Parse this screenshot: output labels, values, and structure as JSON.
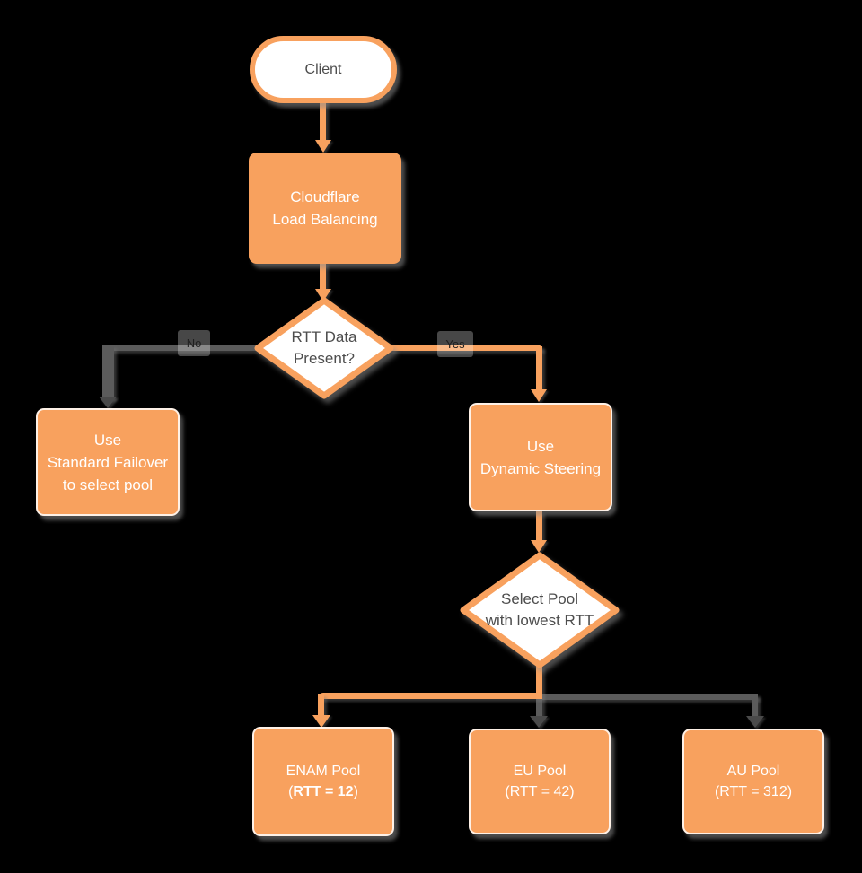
{
  "colors": {
    "background": "#000000",
    "shape_orange": "#F8A15E",
    "connector_gray": "#5B5B5B",
    "arrowhead_dark": "#4A4A4A",
    "text_on_orange": "#FFFFFF",
    "text_on_white": "#4D4D4D"
  },
  "nodes": {
    "client": {
      "label": "Client"
    },
    "load_balancer": {
      "line1": "Cloudflare",
      "line2": "Load Balancing"
    },
    "rtt_decision": {
      "line1": "RTT Data",
      "line2": "Present?"
    },
    "standard_failover": {
      "line1": "Use",
      "line2": "Standard Failover",
      "line3": "to select pool"
    },
    "dynamic_steering": {
      "line1": "Use",
      "line2": "Dynamic Steering"
    },
    "pool_decision": {
      "line1": "Select Pool",
      "line2": "with lowest RTT"
    },
    "enam_pool": {
      "name": "ENAM Pool",
      "rtt_open": "(",
      "rtt_value": "RTT = 12",
      "rtt_close": ")"
    },
    "eu_pool": {
      "name": "EU Pool",
      "rtt": "(RTT = 42)"
    },
    "au_pool": {
      "name": "AU Pool",
      "rtt": "(RTT = 312)"
    }
  },
  "edge_labels": {
    "no": "No",
    "yes": "Yes"
  }
}
